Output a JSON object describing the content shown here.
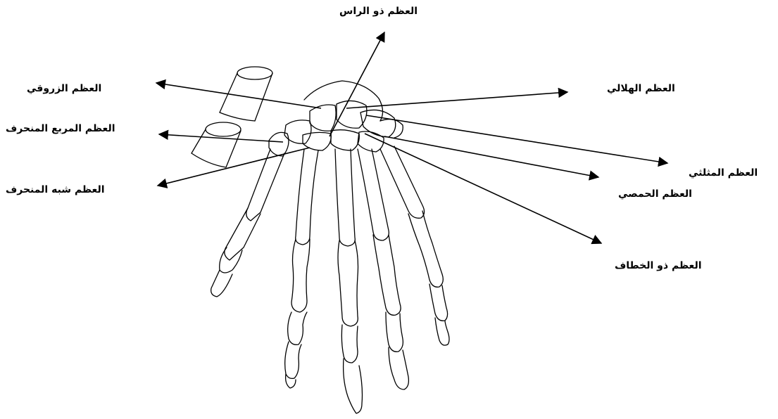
{
  "labels": {
    "capitate": "العظم ذو الراس",
    "scaphoid": "العظم الزروقي",
    "trapezium": "العظم المربع المنحرف",
    "trapezoid": "العظم شبه المنحرف",
    "lunate": "العظم الهلالي",
    "triquetrum": "العظم المثلثي",
    "pisiform": "العظم الحمصي",
    "hamate": "العظم ذو الخطاف"
  },
  "colors": {
    "line": "#000000",
    "background": "#ffffff"
  }
}
